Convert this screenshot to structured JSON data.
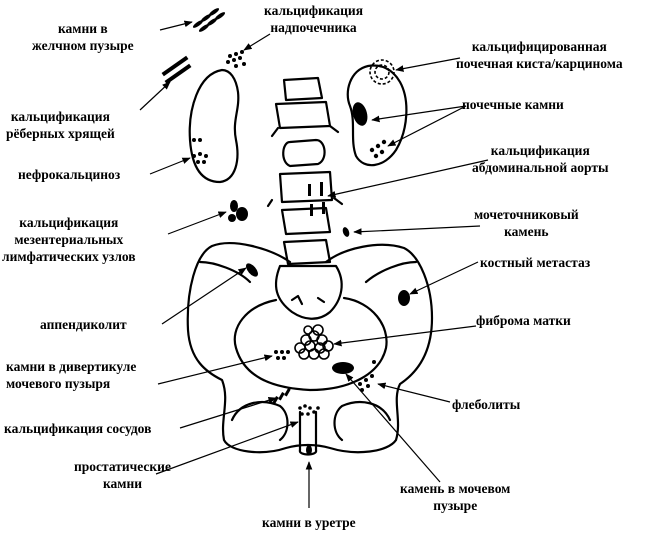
{
  "labels": {
    "gallbladder_stones": "камни в\nжелчном пузыре",
    "adrenal_calcification": "кальцификация\nнадпочечника",
    "renal_cyst_calcified": "кальцифицированная\nпочечная киста/карцинома",
    "costal_cartilage_calcification": "кальцификация\nрёберных хрящей",
    "kidney_stones": "почечные камни",
    "aortic_calcification": "кальцификация\nабдоминальной аорты",
    "nephrocalcinosis": "нефрокальциноз",
    "ureteral_stone": "мочеточниковый\nкамень",
    "mesenteric_lymph_node_calcification": "кальцификация\nмезентериальных\nлимфатических узлов",
    "bone_metastasis": "костный метастаз",
    "appendicolith": "аппендиколит",
    "uterine_fibroid": "фиброма матки",
    "bladder_diverticulum_stones": "камни в дивертикуле\nмочевого пузыря",
    "phleboliths": "флеболиты",
    "vascular_calcification": "кальцификация сосудов",
    "prostatic_stones": "простатические\nкамни",
    "bladder_stone": "камень в мочевом\nпузыре",
    "urethral_stones": "камни в уретре"
  }
}
